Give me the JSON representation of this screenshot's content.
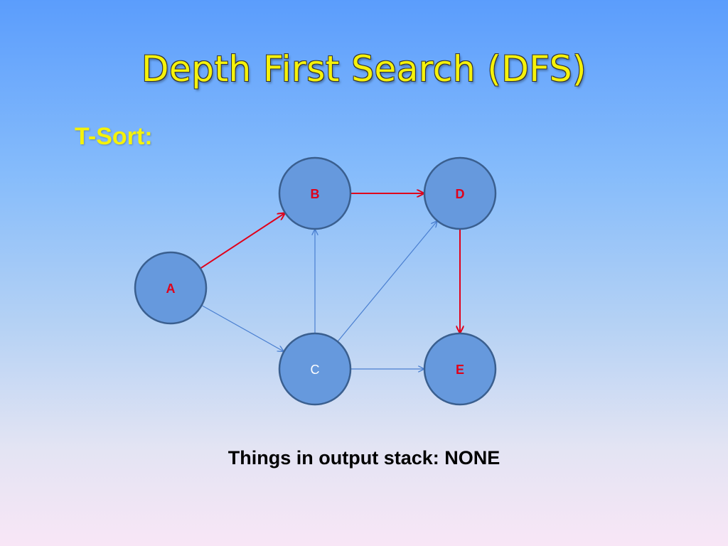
{
  "slide": {
    "title": "Depth First Search (DFS)",
    "subtitle": "T-Sort:",
    "status": "Things in output stack: NONE"
  },
  "graph": {
    "nodes": [
      {
        "id": "A",
        "label": "A",
        "visited": true
      },
      {
        "id": "B",
        "label": "B",
        "visited": true
      },
      {
        "id": "C",
        "label": "C",
        "visited": false
      },
      {
        "id": "D",
        "label": "D",
        "visited": true
      },
      {
        "id": "E",
        "label": "E",
        "visited": true
      }
    ],
    "edges": [
      {
        "from": "A",
        "to": "B",
        "traversed": true
      },
      {
        "from": "A",
        "to": "C",
        "traversed": false
      },
      {
        "from": "B",
        "to": "D",
        "traversed": true
      },
      {
        "from": "C",
        "to": "B",
        "traversed": false
      },
      {
        "from": "C",
        "to": "D",
        "traversed": false
      },
      {
        "from": "C",
        "to": "E",
        "traversed": false
      },
      {
        "from": "D",
        "to": "E",
        "traversed": true
      }
    ]
  },
  "colors": {
    "title": "#f5f20a",
    "node_fill": "#6699dd",
    "node_stroke": "#3a5f8f",
    "traversed_edge": "#e0001a",
    "plain_edge": "#4a7fd0",
    "visited_label": "#e0001a",
    "unvisited_label": "#ffffff"
  }
}
